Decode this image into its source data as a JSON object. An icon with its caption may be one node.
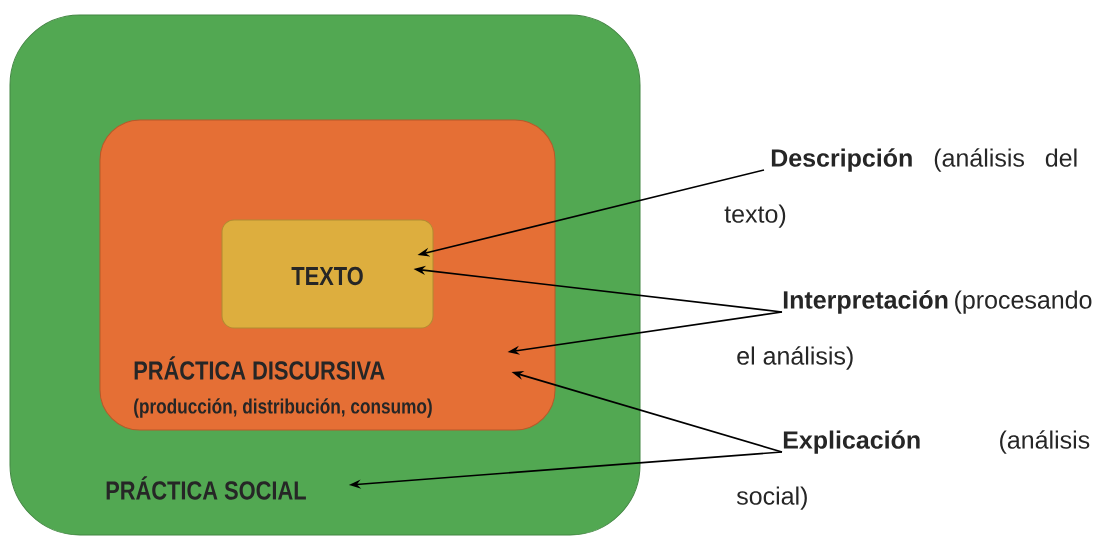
{
  "diagram": {
    "nodes": [
      {
        "text": [
          "PRÁCTICA SOCIAL"
        ]
      },
      {
        "text": [
          "PRÁCTICA DISCURSIVA",
          "(producción, distribución, consumo)"
        ],
        "in": 0
      },
      {
        "text": [
          "TEXTO"
        ],
        "in": 1
      },
      {
        "text": [
          "**Descripción** (análisis del texto)"
        ]
      },
      {
        "text": [
          "**Interpretación** (procesando el análisis)"
        ]
      },
      {
        "text": [
          "**Explicación** (análisis social)"
        ]
      }
    ],
    "edges": [
      {
        "from": 3,
        "to": 2,
        "arrow": "to"
      },
      {
        "from": 4,
        "to": 2,
        "arrow": "to"
      },
      {
        "from": 4,
        "to": 1,
        "arrow": "to"
      },
      {
        "from": 5,
        "to": 1,
        "arrow": "to"
      },
      {
        "from": 5,
        "to": 0,
        "arrow": "to"
      }
    ]
  }
}
